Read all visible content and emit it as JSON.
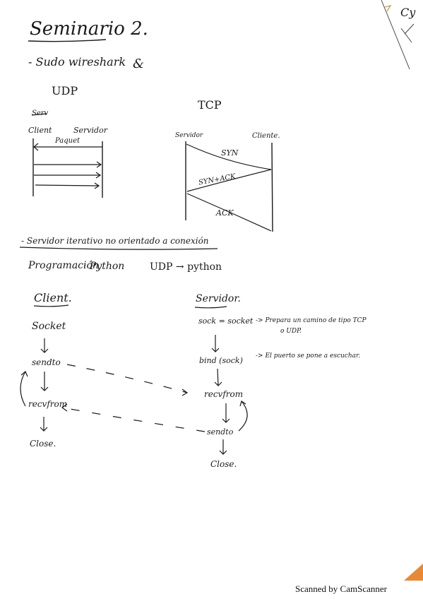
{
  "title": "Seminario 2.",
  "intro_line": "- Sudo wireshark",
  "amp": "&",
  "udp_heading": "UDP",
  "tcp_heading": "TCP",
  "udp_diagram": {
    "struck_label": "Serv",
    "client_label": "Client",
    "server_label": "Servidor",
    "first_message": "Paquet"
  },
  "tcp_diagram": {
    "server_label": "Servidor",
    "client_label": "Cliente.",
    "syn": "SYN",
    "synack": "SYN+ACK",
    "ack": "ACK"
  },
  "section_heading": "- Servidor iterativo no orientado a conexión",
  "prog_line": {
    "a": "Programación",
    "b": "· Python",
    "c": "UDP → python"
  },
  "client_flow": {
    "heading": "Client.",
    "socket": "Socket",
    "sendto": "sendto",
    "recvfrom": "recvfrom",
    "close": "Close."
  },
  "server_flow": {
    "heading": "Servidor.",
    "socket": "sock = socket",
    "socket_note": "-> Prepara un camino de tipo TCP",
    "socket_note2": "o UDP.",
    "bind": "bind (sock)",
    "bind_note": "->  El puerto se pone a escuchar.",
    "recvfrom": "recvfrom",
    "sendto": "sendto",
    "close": "Close."
  },
  "corner_scribble": "Cy",
  "footer": "Scanned by CamScanner"
}
